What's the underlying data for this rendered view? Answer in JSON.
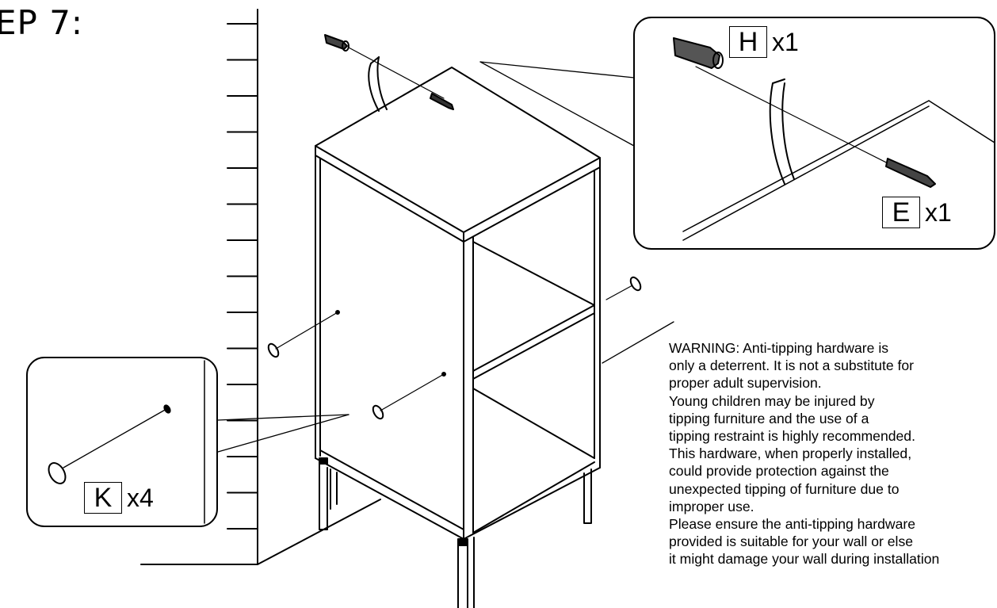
{
  "step_title": "EP 7:",
  "parts": {
    "h": {
      "letter": "H",
      "qty": "x1"
    },
    "e": {
      "letter": "E",
      "qty": "x1"
    },
    "k": {
      "letter": "K",
      "qty": "x4"
    }
  },
  "warning_lines": [
    "WARNING: Anti-tipping hardware is",
    "only a deterrent. It is not a substitute for",
    "proper adult supervision.",
    "Young children may be injured by",
    "tipping furniture and the use of a",
    "tipping restraint is highly recommended.",
    "This hardware, when properly installed,",
    "could provide protection against the",
    "unexpected tipping of furniture due to",
    "improper use.",
    "Please ensure the anti-tipping hardware",
    "provided is suitable for your wall or else",
    "it might damage your wall during installation"
  ]
}
